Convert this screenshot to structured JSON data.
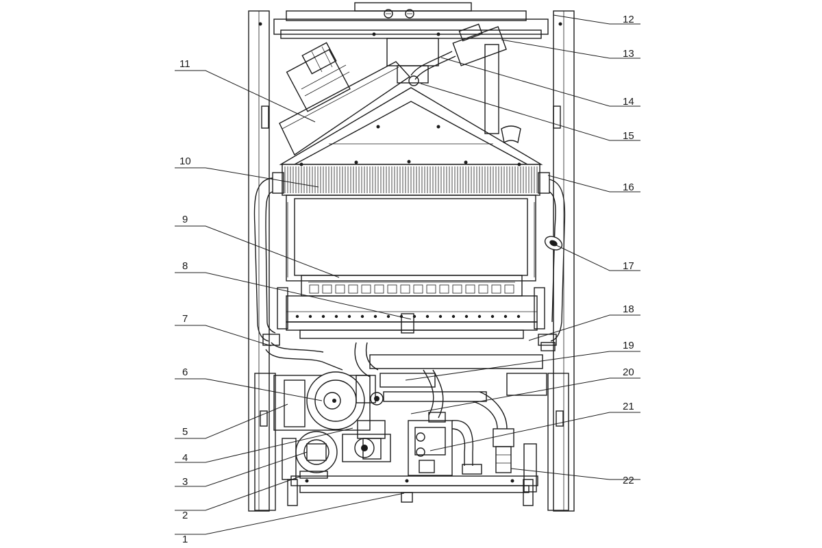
{
  "diagram": {
    "callouts": [
      {
        "id": "1",
        "label": "1"
      },
      {
        "id": "2",
        "label": "2"
      },
      {
        "id": "3",
        "label": "3"
      },
      {
        "id": "4",
        "label": "4"
      },
      {
        "id": "5",
        "label": "5"
      },
      {
        "id": "6",
        "label": "6"
      },
      {
        "id": "7",
        "label": "7"
      },
      {
        "id": "8",
        "label": "8"
      },
      {
        "id": "9",
        "label": "9"
      },
      {
        "id": "10",
        "label": "10"
      },
      {
        "id": "11",
        "label": "11"
      },
      {
        "id": "12",
        "label": "12"
      },
      {
        "id": "13",
        "label": "13"
      },
      {
        "id": "14",
        "label": "14"
      },
      {
        "id": "15",
        "label": "15"
      },
      {
        "id": "16",
        "label": "16"
      },
      {
        "id": "17",
        "label": "17"
      },
      {
        "id": "18",
        "label": "18"
      },
      {
        "id": "19",
        "label": "19"
      },
      {
        "id": "20",
        "label": "20"
      },
      {
        "id": "21",
        "label": "21"
      },
      {
        "id": "22",
        "label": "22"
      }
    ],
    "line_color": "#1a1a1a",
    "background": "#ffffff"
  }
}
